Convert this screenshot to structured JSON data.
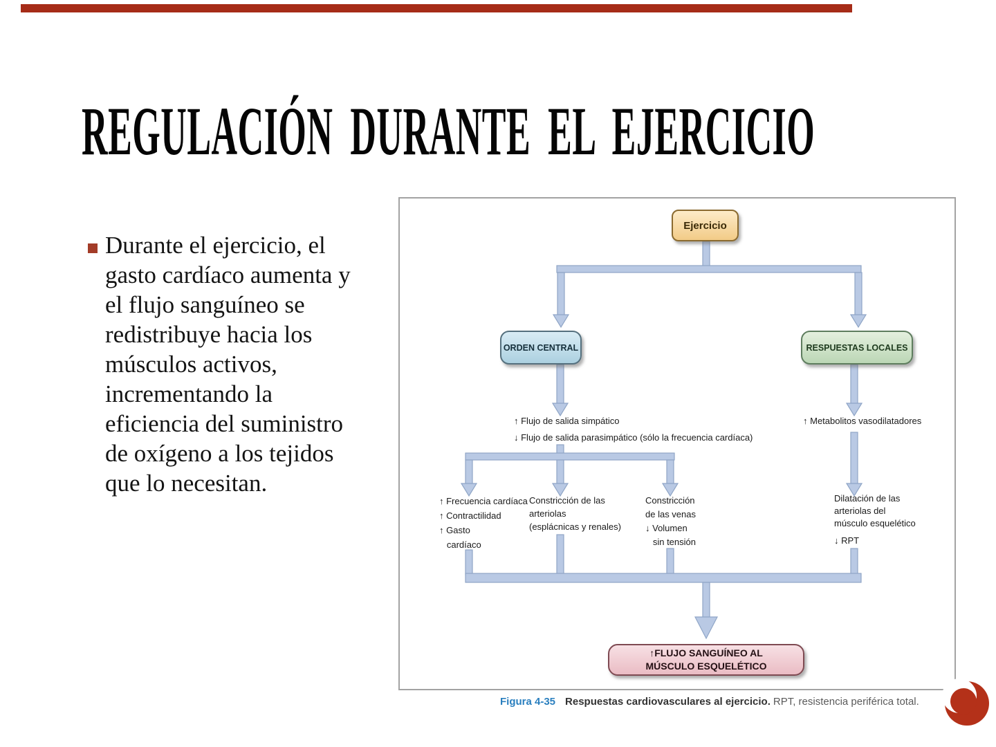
{
  "theme": {
    "accent_red": "#A62C18",
    "arrow_fill": "#B9C9E4",
    "arrow_stroke": "#8FA5C6",
    "panel_border": "#A3A3A3",
    "caption_blue": "#2A7FBF",
    "ink": "#1A1A1A"
  },
  "title": "REGULACIÓN DURANTE EL EJERCICIO",
  "bullet": {
    "text": "Durante el ejercicio, el\ngasto cardíaco aumenta y\nel flujo sanguíneo se\nredistribuye hacia los\nmúsculos activos,\nincrementando la\neficiencia del suministro\nde oxígeno a los tejidos\nque lo necesitan."
  },
  "figure": {
    "nodes": {
      "ejercicio": "Ejercicio",
      "orden_central": "ORDEN CENTRAL",
      "respuestas_locales": "RESPUESTAS LOCALES",
      "flujo_sanguineo": "↑FLUJO SANGUÍNEO AL\nMÚSCULO ESQUELÉTICO"
    },
    "labels": {
      "salida": "↑ Flujo de salida simpático\n↓ Flujo de salida parasimpático (sólo la frecuencia cardíaca)",
      "metabolitos": "↑ Metabolitos vasodilatadores",
      "frecuencia_block": "↑ Frecuencia cardíaca\n↑ Contractilidad\n↑ Gasto\n   cardíaco",
      "arteriolas_block": "Constricción de las\narteriolas\n(esplácnicas y renales)",
      "venas_block": "Constricción\nde las venas\n↓ Volumen\n   sin tensión",
      "dilatacion_block": "Dilatación de las\narteriolas del\nmúsculo esquelético",
      "rpt": "↓ RPT"
    },
    "caption": {
      "label": "Figura 4-35",
      "bold": "Respuestas cardiovasculares al ejercicio.",
      "rest": "RPT, resistencia periférica total."
    }
  }
}
